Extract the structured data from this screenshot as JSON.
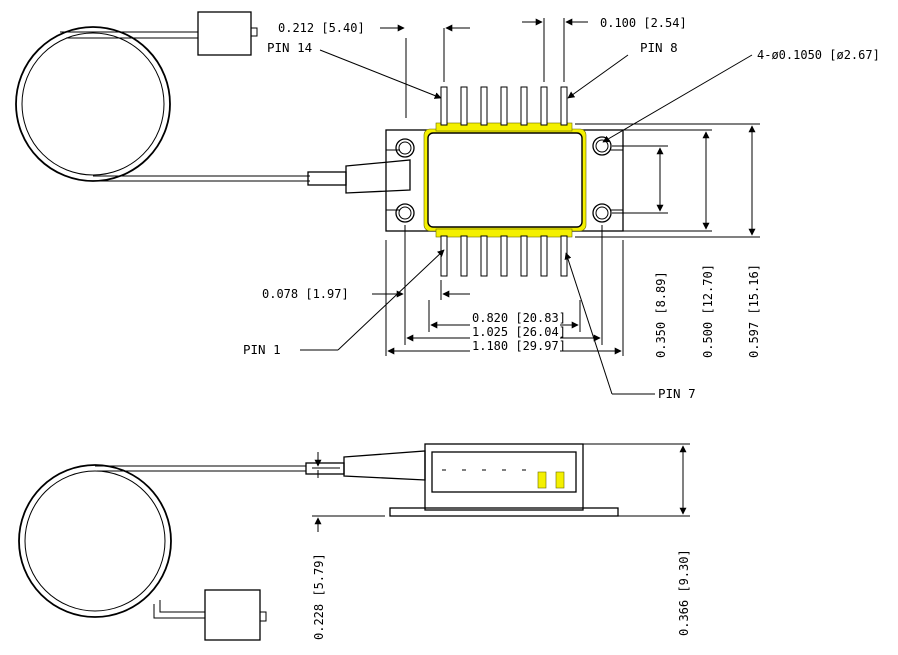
{
  "top_view": {
    "dim_pin_pitch_left": "0.212 [5.40]",
    "dim_pin_pitch_right": "0.100 [2.54]",
    "label_pin14": "PIN 14",
    "label_pin8": "PIN 8",
    "label_holes": "4-ø0.1050 [ø2.67]",
    "dim_pin_width": "0.078 [1.97]",
    "dim_820": "0.820 [20.83]",
    "dim_1025": "1.025 [26.04]",
    "dim_1180": "1.180 [29.97]",
    "label_pin1": "PIN 1",
    "label_pin7": "PIN 7",
    "dim_350": "0.350 [8.89]",
    "dim_500": "0.500 [12.70]",
    "dim_597": "0.597 [15.16]"
  },
  "side_view": {
    "dim_228": "0.228 [5.79]",
    "dim_366": "0.366 [9.30]"
  },
  "colors": {
    "pin_highlight": "#f4f000",
    "line": "#000000"
  }
}
